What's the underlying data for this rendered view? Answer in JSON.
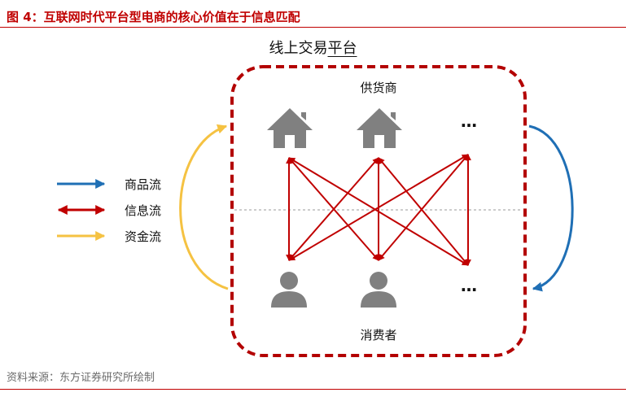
{
  "figure": {
    "title": "图 4：互联网时代平台型电商的核心价值在于信息匹配",
    "source": "资料来源：东方证券研究所绘制"
  },
  "platform": {
    "label_part1": "线上交易",
    "label_part2": "平台"
  },
  "groups": {
    "suppliers": "供货商",
    "consumers": "消费者",
    "more": "…"
  },
  "legend": [
    {
      "label": "商品流",
      "color": "#1f6fb5",
      "style": "one-way"
    },
    {
      "label": "信息流",
      "color": "#c00000",
      "style": "two-way"
    },
    {
      "label": "资金流",
      "color": "#f5c242",
      "style": "one-way"
    }
  ],
  "icons": {
    "supplier": "house-icon",
    "consumer": "person-icon"
  },
  "colors": {
    "brand": "#c00000",
    "goods_flow": "#1f6fb5",
    "info_flow": "#c00000",
    "money_flow": "#f5c242",
    "icon_gray": "#808080"
  }
}
